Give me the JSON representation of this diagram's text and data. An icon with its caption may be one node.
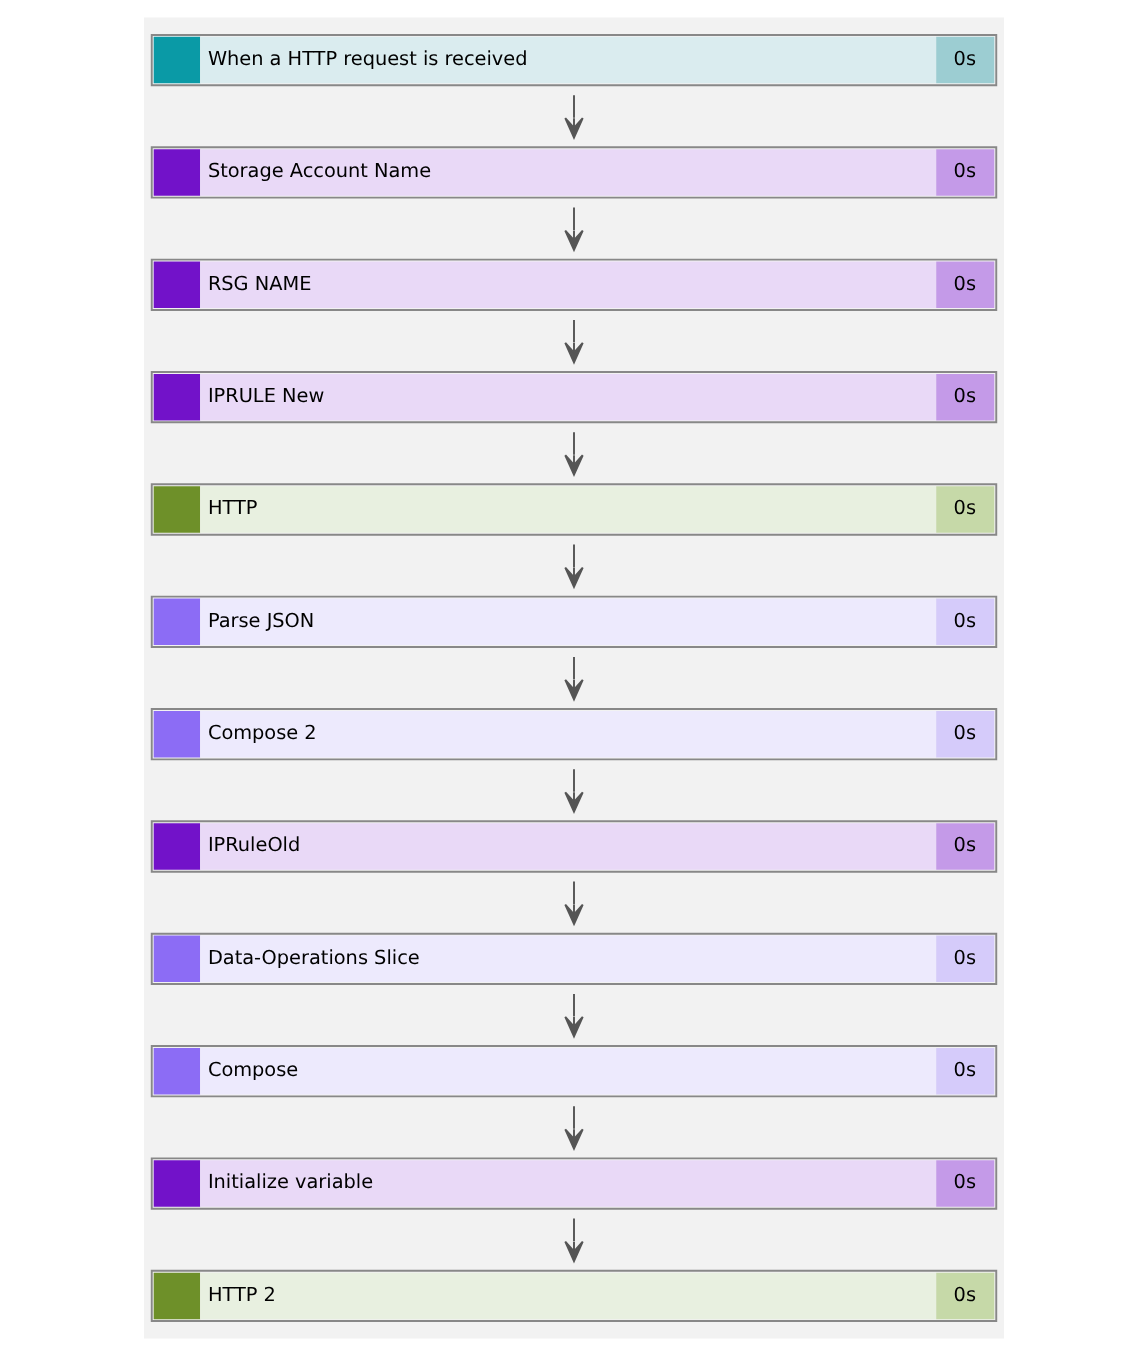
{
  "diagram": {
    "nodes": [
      {
        "text": [
          "When a HTTP request is received",
          "0s"
        ]
      },
      {
        "text": [
          "Storage Account Name",
          "0s"
        ]
      },
      {
        "text": [
          "RSG NAME",
          "0s"
        ]
      },
      {
        "text": [
          "IPRULE New",
          "0s"
        ]
      },
      {
        "text": [
          "HTTP",
          "0s"
        ]
      },
      {
        "text": [
          "Parse JSON",
          "0s"
        ]
      },
      {
        "text": [
          "Compose 2",
          "0s"
        ]
      },
      {
        "text": [
          "IPRuleOld",
          "0s"
        ]
      },
      {
        "text": [
          "Data-Operations Slice",
          "0s"
        ]
      },
      {
        "text": [
          "Compose",
          "0s"
        ]
      },
      {
        "text": [
          "Initialize variable",
          "0s"
        ]
      },
      {
        "text": [
          "HTTP 2",
          "0s"
        ]
      }
    ],
    "edges": [
      {
        "from": 0,
        "to": 1,
        "arrow": "to"
      },
      {
        "from": 1,
        "to": 2,
        "arrow": "to"
      },
      {
        "from": 2,
        "to": 3,
        "arrow": "to"
      },
      {
        "from": 3,
        "to": 4,
        "arrow": "to"
      },
      {
        "from": 4,
        "to": 5,
        "arrow": "to"
      },
      {
        "from": 5,
        "to": 6,
        "arrow": "to"
      },
      {
        "from": 6,
        "to": 7,
        "arrow": "to"
      },
      {
        "from": 7,
        "to": 8,
        "arrow": "to"
      },
      {
        "from": 8,
        "to": 9,
        "arrow": "to"
      },
      {
        "from": 9,
        "to": 10,
        "arrow": "to"
      },
      {
        "from": 10,
        "to": 11,
        "arrow": "to"
      }
    ]
  }
}
